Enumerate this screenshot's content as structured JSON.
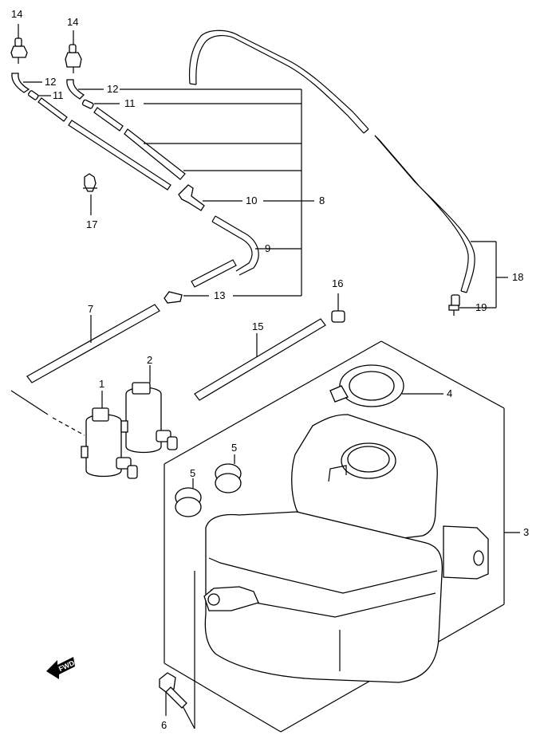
{
  "callouts": [
    {
      "id": "c1",
      "text": "1"
    },
    {
      "id": "c2",
      "text": "2"
    },
    {
      "id": "c3",
      "text": "3"
    },
    {
      "id": "c4",
      "text": "4"
    },
    {
      "id": "c5a",
      "text": "5"
    },
    {
      "id": "c5b",
      "text": "5"
    },
    {
      "id": "c6",
      "text": "6"
    },
    {
      "id": "c7",
      "text": "7"
    },
    {
      "id": "c8",
      "text": "8"
    },
    {
      "id": "c9",
      "text": "9"
    },
    {
      "id": "c10",
      "text": "10"
    },
    {
      "id": "c11a",
      "text": "11"
    },
    {
      "id": "c11b",
      "text": "11"
    },
    {
      "id": "c12a",
      "text": "12"
    },
    {
      "id": "c12b",
      "text": "12"
    },
    {
      "id": "c13",
      "text": "13"
    },
    {
      "id": "c14a",
      "text": "14"
    },
    {
      "id": "c14b",
      "text": "14"
    },
    {
      "id": "c15",
      "text": "15"
    },
    {
      "id": "c16",
      "text": "16"
    },
    {
      "id": "c17",
      "text": "17"
    },
    {
      "id": "c18",
      "text": "18"
    },
    {
      "id": "c19",
      "text": "19"
    }
  ],
  "fwd_marker": "FWD"
}
